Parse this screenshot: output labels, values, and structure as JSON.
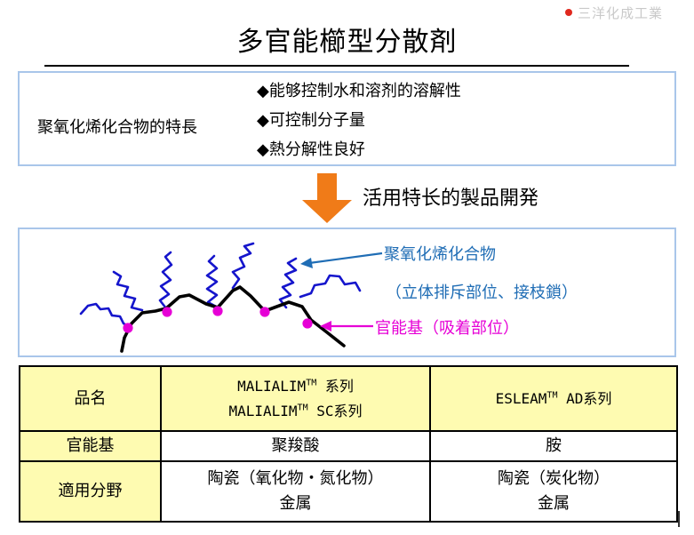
{
  "header": {
    "logo_text": "三洋化成工業"
  },
  "title": "多官能櫛型分散剤",
  "properties": {
    "label": "聚氧化烯化合物的特長",
    "items": [
      "◆能够控制水和溶剂的溶解性",
      "◆可控制分子量",
      "◆熱分解性良好"
    ]
  },
  "arrow": {
    "label": "活用特长的製品開発"
  },
  "diagram": {
    "label_chain": "聚氧化烯化合物",
    "label_chain_sub": "（立体排斥部位、接枝鎖）",
    "label_group": "官能基（吸着部位）",
    "colors": {
      "chain": "#1515cc",
      "backbone": "#000000",
      "group": "#e600d6",
      "chain_label": "#1f6db5",
      "arrow": "#f07b18",
      "box_border": "#a9c6ea",
      "header_fill": "#fefbb1"
    }
  },
  "table": {
    "header_row": {
      "label": "品名",
      "col1_line1_name": "MALIALIM",
      "col1_line1_tm": "TM",
      "col1_line1_suffix": " 系列",
      "col1_line2_name": "MALIALIM",
      "col1_line2_tm": "TM",
      "col1_line2_suffix": " SC系列",
      "col2_name": "ESLEAM",
      "col2_tm": "TM",
      "col2_suffix": " AD系列"
    },
    "rows": [
      {
        "label": "官能基",
        "col1": "聚羧酸",
        "col2": "胺"
      },
      {
        "label": "適用分野",
        "col1_line1": "陶瓷（氧化物・氮化物）",
        "col1_line2": "金属",
        "col2_line1": "陶瓷（炭化物）",
        "col2_line2": "金属"
      }
    ]
  }
}
